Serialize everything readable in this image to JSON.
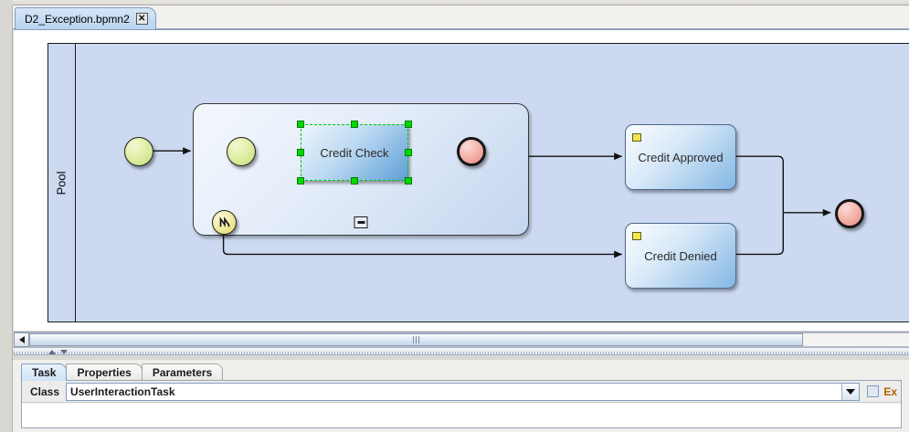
{
  "window": {
    "document_tab": {
      "label": "D2_Exception.bpmn2",
      "close_icon": "close-x-icon",
      "close_glyph": "✕"
    }
  },
  "canvas": {
    "pool": {
      "label": "Pool"
    },
    "subprocess": {
      "collapse_marker": "minus-marker-icon"
    },
    "nodes": [
      {
        "id": "start-outer",
        "type": "start-event",
        "label": ""
      },
      {
        "id": "start-inner",
        "type": "start-event",
        "label": ""
      },
      {
        "id": "credit-check",
        "type": "task",
        "label": "Credit Check",
        "selected": true
      },
      {
        "id": "end-inner",
        "type": "end-event",
        "label": ""
      },
      {
        "id": "boundary-error",
        "type": "boundary-event",
        "label": "",
        "icon": "lightning-bolt-icon"
      },
      {
        "id": "credit-approved",
        "type": "user-task",
        "label": "Credit Approved",
        "marker": "user-task-marker"
      },
      {
        "id": "credit-denied",
        "type": "user-task",
        "label": "Credit Denied",
        "marker": "user-task-marker"
      },
      {
        "id": "end-outer",
        "type": "end-event",
        "label": ""
      }
    ],
    "selection_handles": 8
  },
  "scrollbar": {
    "left_arrow_icon": "arrow-left-icon",
    "thumb_grip_icon": "grip-icon"
  },
  "splitter": {
    "up_arrow_icon": "triangle-up-icon",
    "down_arrow_icon": "triangle-down-icon"
  },
  "properties": {
    "tabs": [
      {
        "label": "Task",
        "active": true
      },
      {
        "label": "Properties",
        "active": false
      },
      {
        "label": "Parameters",
        "active": false
      }
    ],
    "class_field": {
      "label": "Class",
      "value": "UserInteractionTask",
      "placeholder": "",
      "dropdown_icon": "chevron-down-icon"
    },
    "external_checkbox": {
      "label": "Ex",
      "checked": false
    }
  },
  "colors": {
    "pool_fill": "#ccd9f0",
    "selection_green": "#00c800",
    "handle_green": "#00d900",
    "task_blue": "#83b7e3",
    "start_green": "#c4de7b",
    "end_red": "#e9897e",
    "boundary_yellow": "#ddd461",
    "user_marker_yellow": "#f2e64a",
    "tab_blue": "#b9d3ef"
  }
}
